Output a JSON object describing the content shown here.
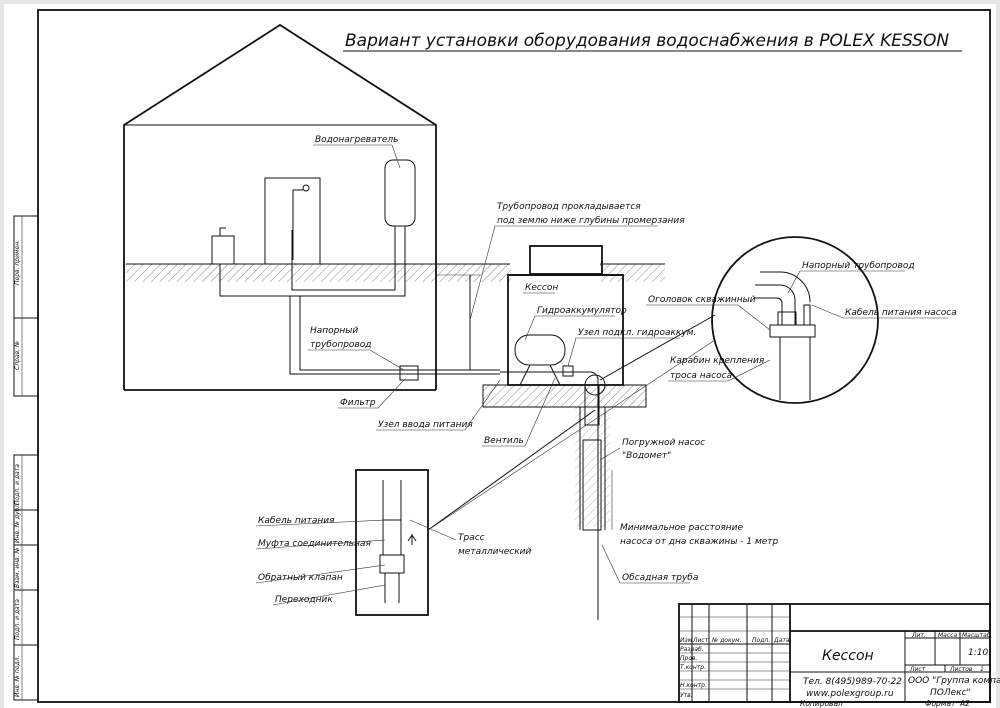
{
  "title": "Вариант установки оборудования водоснабжения в POLEX KESSON",
  "labels": {
    "water_heater": "Водонагреватель",
    "pipe_note_1": "Трубопровод прокладывается",
    "pipe_note_2": "под землю ниже глубины промерзания",
    "caisson": "Кессон",
    "accumulator": "Гидроаккумулятор",
    "accum_node": "Узел подкл. гидроаккум.",
    "well_head": "Оголовок скважинный",
    "pressure_pipe_detail": "Напорный трубопровод",
    "pump_cable": "Кабель питания насоса",
    "carabiner_1": "Карабин крепления",
    "carabiner_2": "троса насоса",
    "pressure_pipe_1": "Напорный",
    "pressure_pipe_2": "трубопровод",
    "filter": "Фильтр",
    "power_entry": "Узел ввода питания",
    "valve": "Вентиль",
    "pump_1": "Погружной насос",
    "pump_2": "\"Водомет\"",
    "min_dist_1": "Минимальное расстояние",
    "min_dist_2": "насоса от дна скважины - 1 метр",
    "casing": "Обсадная труба",
    "power_cable": "Кабель питания",
    "coupling": "Муфта соединительная",
    "check_valve": "Обратный клапан",
    "adapter": "Переходник",
    "cable_1": "Трасс",
    "cable_2": "металлический"
  },
  "side_stamps": [
    "Перв. примен.",
    "Справ. №",
    "Подп. и дата",
    "Инв. № дубл.",
    "Взам. инв. №",
    "Подп. и дата",
    "Инв. № подл."
  ],
  "title_block": {
    "col_headers": [
      "Изм",
      "Лист",
      "№ докум.",
      "Подп.",
      "Дата"
    ],
    "roles": [
      "Разраб.",
      "Пров.",
      "Т.контр.",
      "Н.контр.",
      "Утв."
    ],
    "name": "Кессон",
    "lit": "Лит.",
    "mass": "Масса",
    "scale_label": "Масштаб",
    "scale": "1:10",
    "sheet": "Лист",
    "sheets": "Листов",
    "sheets_count": "1",
    "phone": "Тел. 8(495)989-70-22",
    "website": "www.polexgroup.ru",
    "company_1": "ООО \"Группа компаний",
    "company_2": "ПОЛекс\"",
    "copied": "Копировал",
    "format_label": "Формат",
    "format": "А2"
  }
}
